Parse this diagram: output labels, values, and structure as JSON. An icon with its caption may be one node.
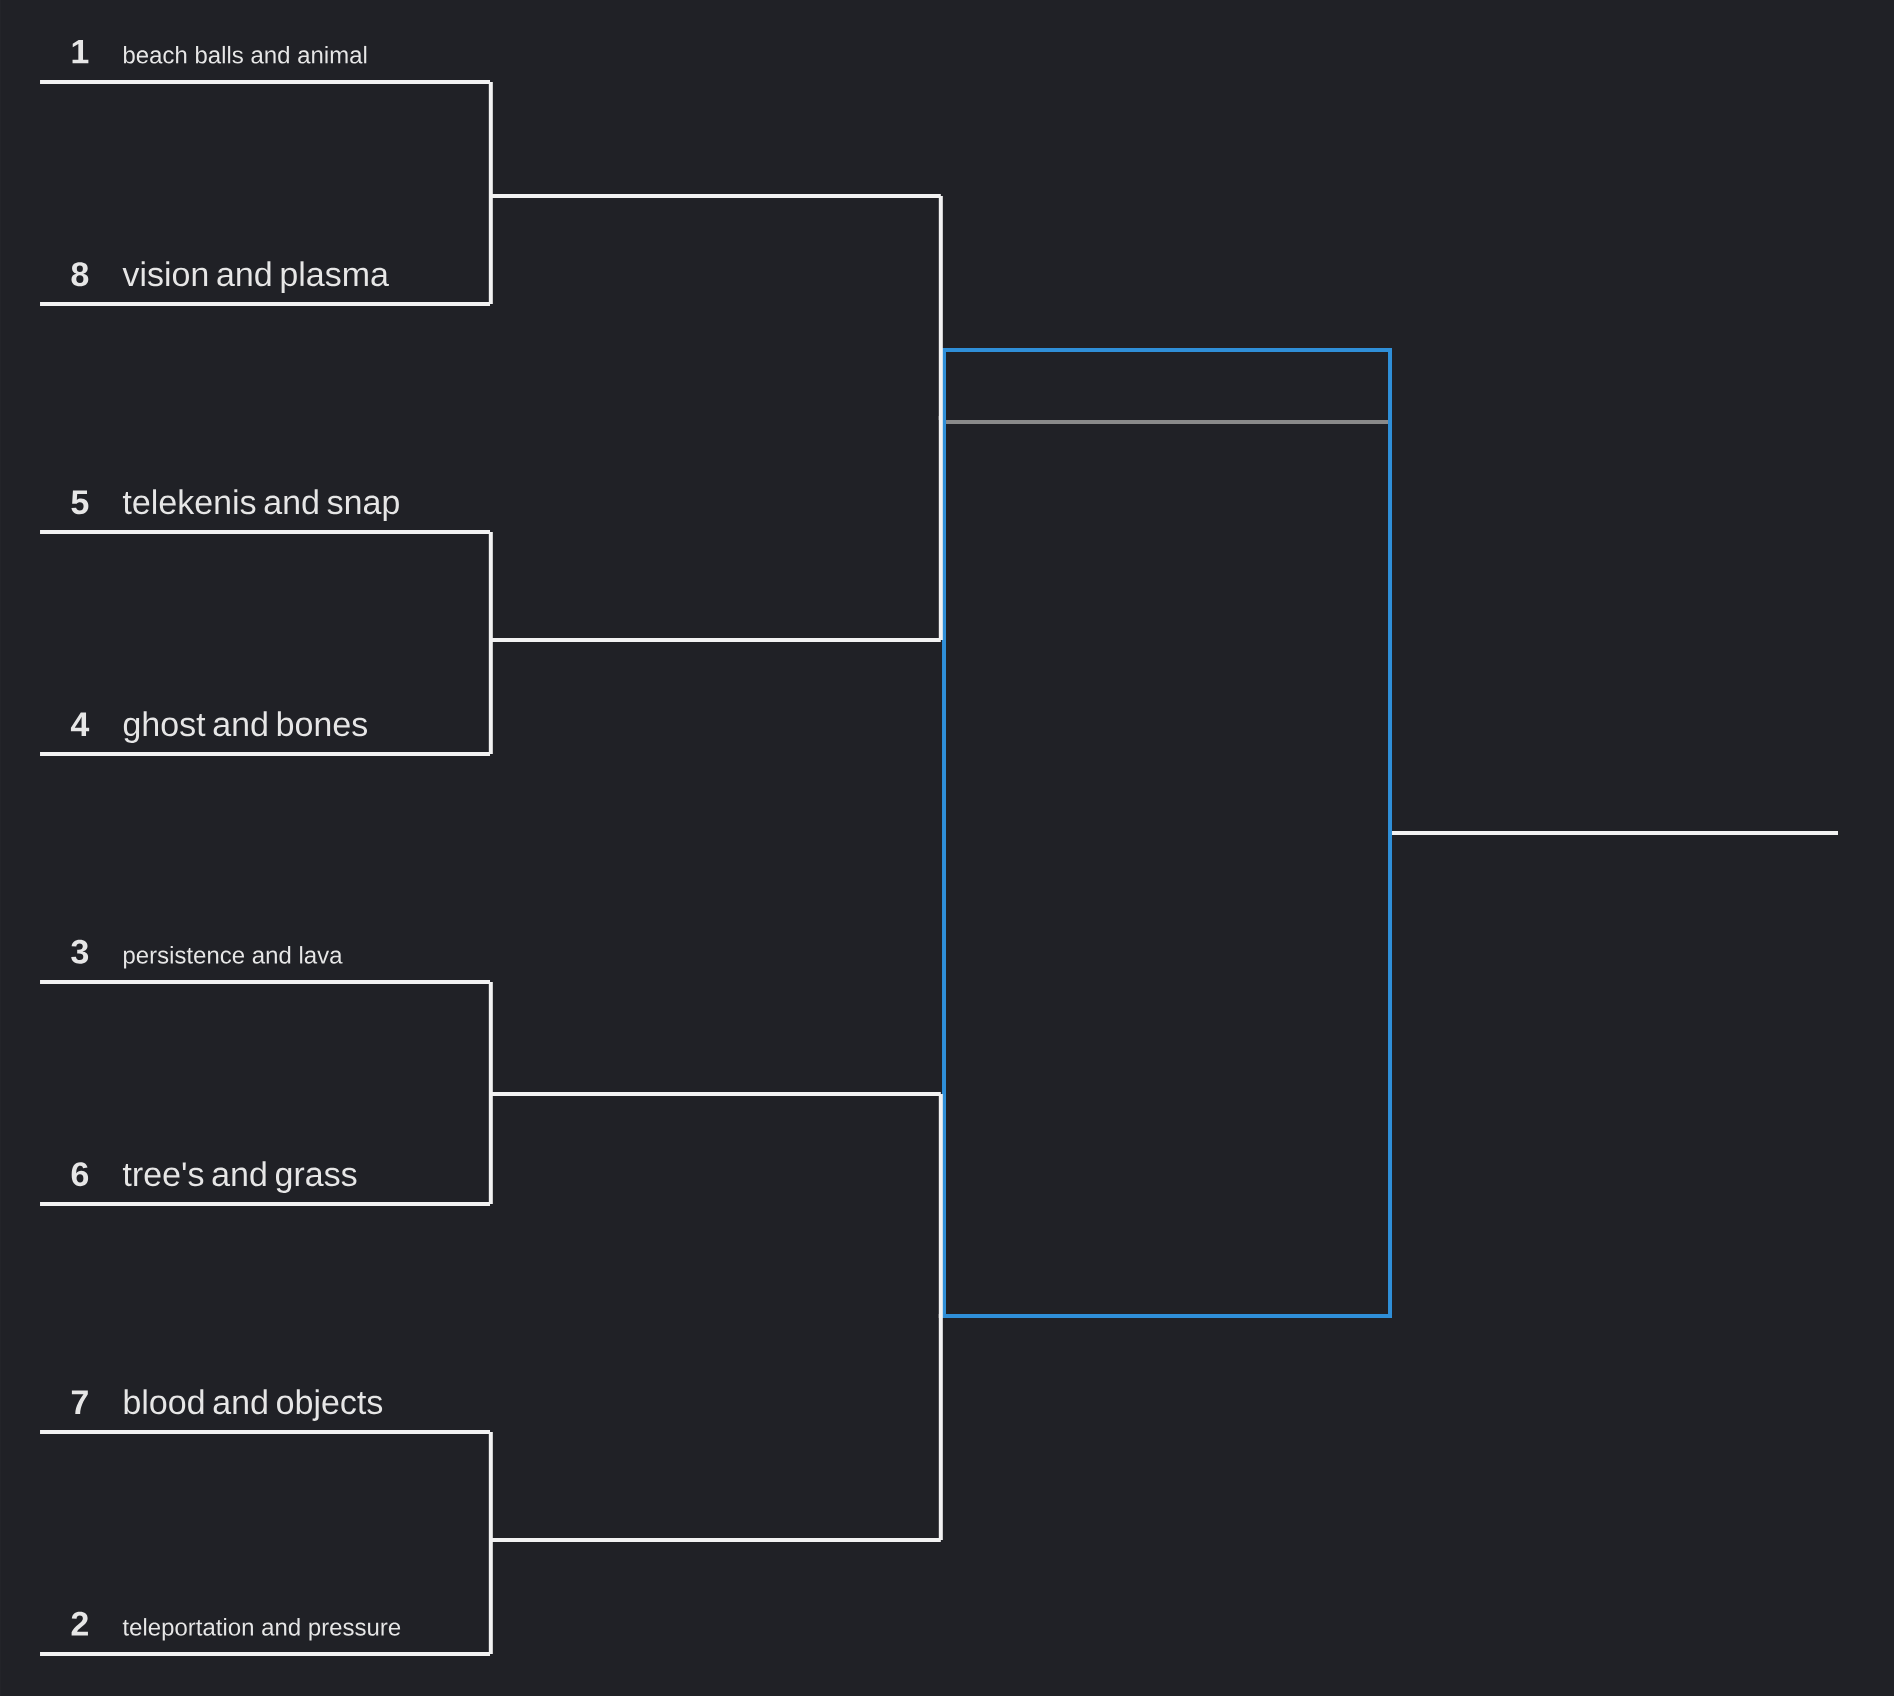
{
  "diagram": {
    "nodes": [
      {
        "text": [
          "1",
          "beach balls and animal"
        ]
      },
      {
        "text": [
          "8",
          "vision and plasma"
        ]
      },
      {
        "text": [
          "5",
          "telekenis and snap"
        ]
      },
      {
        "text": [
          "4",
          "ghost and bones"
        ]
      },
      {
        "text": [
          "3",
          "persistence and lava"
        ]
      },
      {
        "text": [
          "6",
          "tree's and grass"
        ]
      },
      {
        "text": [
          "7",
          "blood and objects"
        ]
      },
      {
        "text": [
          "2",
          "teleportation and pressure"
        ]
      },
      {
        "text": [],
        "shape": "bar"
      },
      {
        "text": [],
        "shape": "bar"
      },
      {
        "text": [],
        "shape": "bar"
      },
      {
        "text": [],
        "shape": "bar"
      },
      {
        "text": [],
        "shape": "box"
      }
    ],
    "edges": [
      {
        "from": 0,
        "to": 8,
        "arrow": "none"
      },
      {
        "from": 1,
        "to": 8,
        "arrow": "none"
      },
      {
        "from": 2,
        "to": 9,
        "arrow": "none"
      },
      {
        "from": 3,
        "to": 9,
        "arrow": "none"
      },
      {
        "from": 4,
        "to": 10,
        "arrow": "none"
      },
      {
        "from": 5,
        "to": 10,
        "arrow": "none"
      },
      {
        "from": 6,
        "to": 11,
        "arrow": "none"
      },
      {
        "from": 7,
        "to": 11,
        "arrow": "none"
      },
      {
        "from": 8,
        "to": 12,
        "arrow": "none"
      },
      {
        "from": 9,
        "to": 12,
        "arrow": "none"
      },
      {
        "from": 10,
        "to": 12,
        "arrow": "none"
      },
      {
        "from": 11,
        "to": 12,
        "arrow": "none"
      },
      {
        "from": 12,
        "to": null,
        "arrow": "none"
      }
    ]
  }
}
